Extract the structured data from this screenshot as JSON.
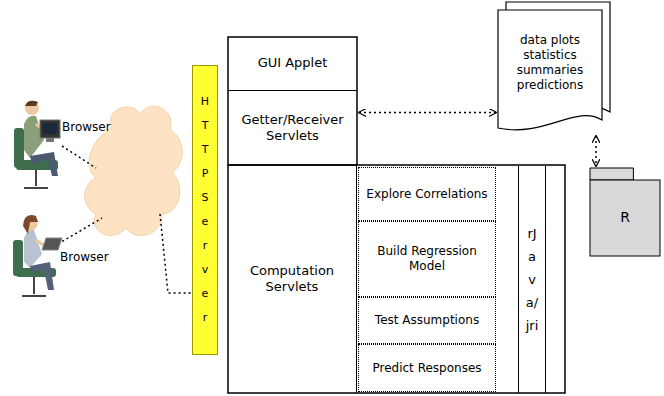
{
  "diagram": {
    "nodes": [
      {
        "text": [
          "HTTP Server"
        ]
      },
      {
        "text": [
          "GUI Applet"
        ]
      },
      {
        "text": [
          "Getter/Receiver Servlets"
        ]
      },
      {
        "text": [
          "Computation Servlets"
        ]
      },
      {
        "text": [
          "Explore Correlations"
        ]
      },
      {
        "text": [
          "Build Regression Model"
        ]
      },
      {
        "text": [
          "Test Assumptions"
        ]
      },
      {
        "text": [
          "Predict Responses"
        ]
      },
      {
        "text": [
          "rJava/jri"
        ]
      },
      {
        "text": [
          "data plots statistics summaries predictions"
        ]
      },
      {
        "text": [
          "R"
        ]
      }
    ],
    "edges": [
      {
        "from": 2,
        "to": 9,
        "arrow": "both"
      },
      {
        "from": 9,
        "to": 10,
        "arrow": "both"
      }
    ],
    "labels": [
      "Browser",
      "Browser"
    ]
  }
}
